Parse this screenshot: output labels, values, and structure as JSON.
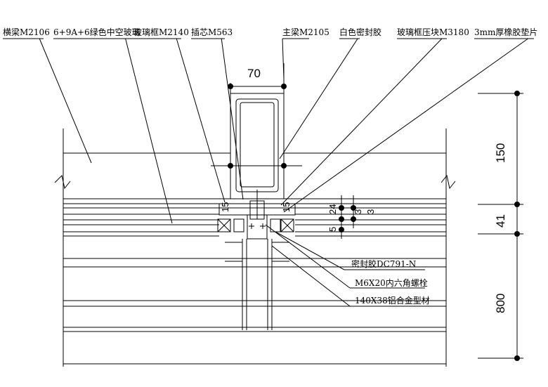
{
  "top_labels": [
    {
      "text": "横梁M2106"
    },
    {
      "text": "6+9A+6绿色中空玻璃"
    },
    {
      "text": "玻璃框M2140"
    },
    {
      "text": "插芯M563"
    },
    {
      "text": "主梁M2105"
    },
    {
      "text": "白色密封胶"
    },
    {
      "text": "玻璃框压块M3180"
    },
    {
      "text": "3mm厚橡胶垫片"
    }
  ],
  "bottom_labels": [
    {
      "text": "密封胶DC791-N"
    },
    {
      "text": "M6X20内六角螺栓"
    },
    {
      "text": "140X38铝合金型材"
    }
  ],
  "dimensions": {
    "mullion_width": "70",
    "right": [
      "150",
      "41",
      "800"
    ],
    "small_left": "15",
    "small_right": "15",
    "small_a": "24",
    "small_b": "5",
    "small_c": "3",
    "small_d": "3"
  }
}
